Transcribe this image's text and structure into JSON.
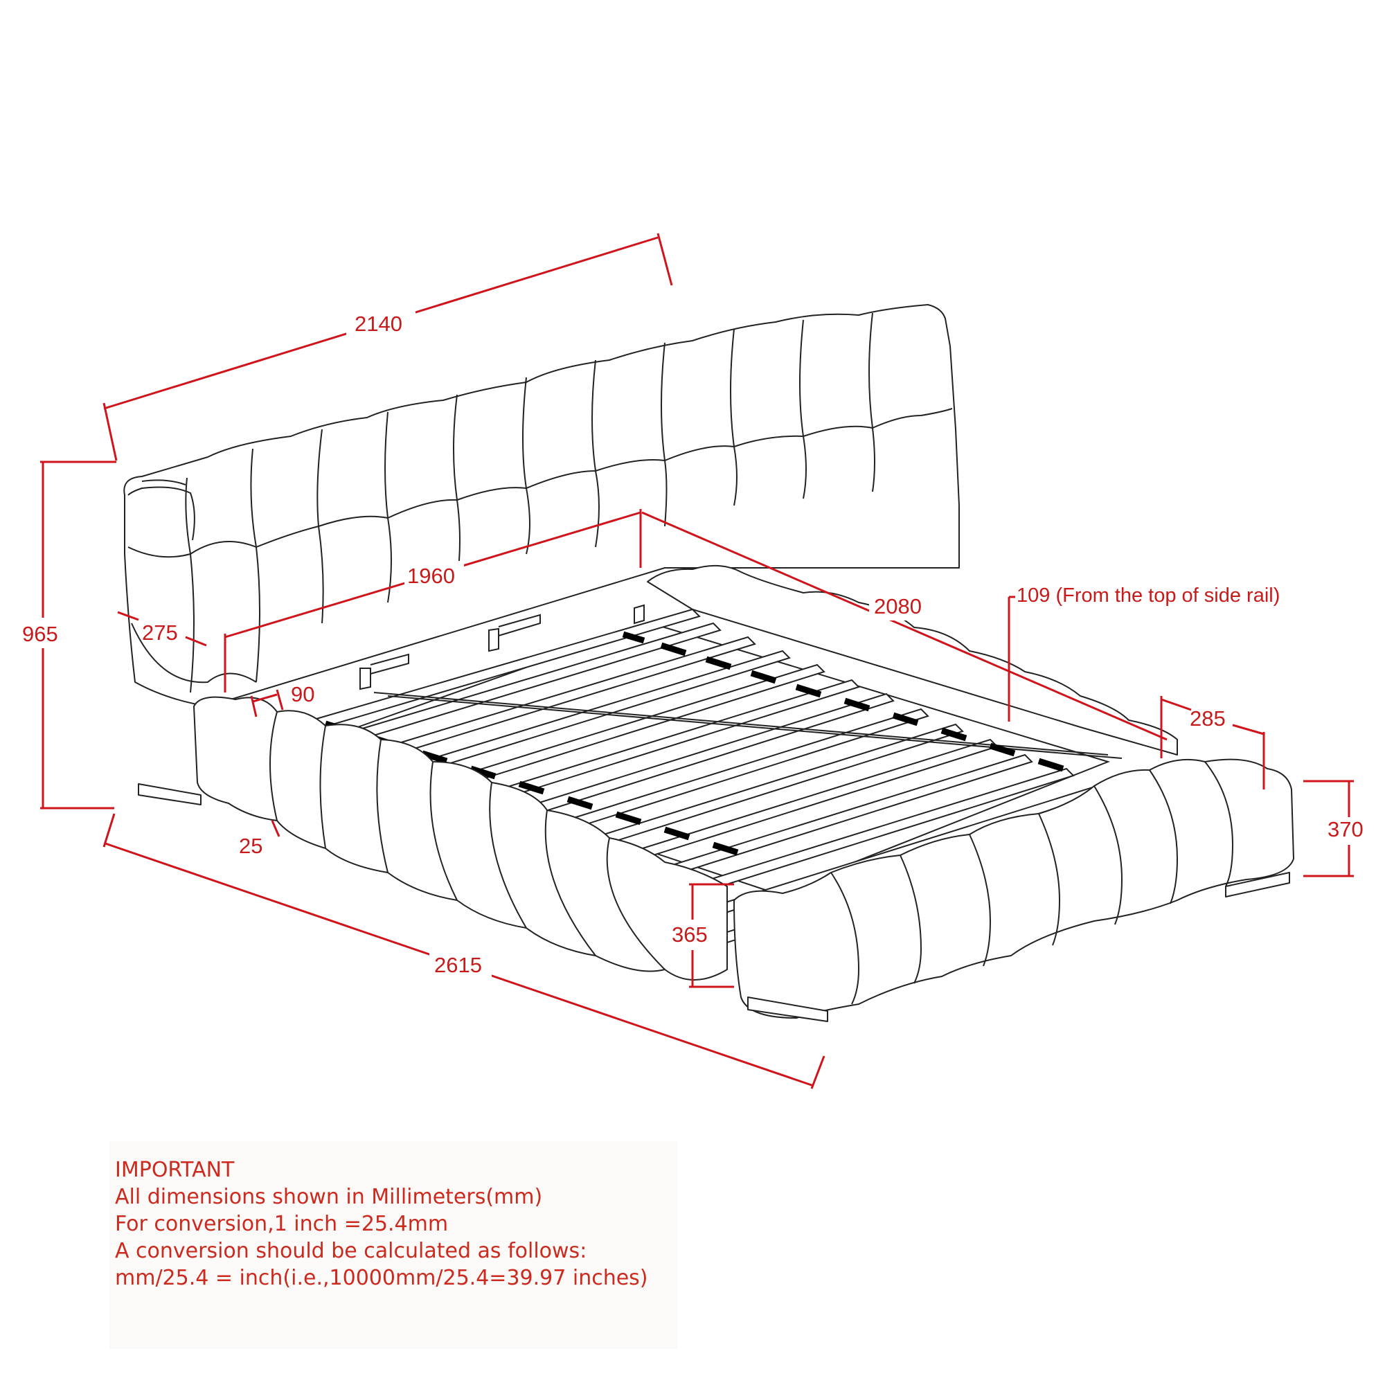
{
  "diagram": {
    "subject": "Upholstered tufted platform bed with slatted base - dimension drawing",
    "colors": {
      "dimension": "#d0141c",
      "outline": "#222222",
      "note_text": "#cc2a1e",
      "background": "#ffffff"
    },
    "dimensions": {
      "headboard_width": "2140",
      "overall_height": "965",
      "headboard_thickness": "275",
      "inner_width": "1960",
      "side_rail_inset": "90",
      "rail_offset": "25",
      "inner_length": "2080",
      "slat_drop": "109 (From the top of side rail)",
      "side_rail_width": "285",
      "side_rail_height": "370",
      "footboard_height": "365",
      "overall_length": "2615"
    }
  },
  "note": {
    "lines": [
      "IMPORTANT",
      "All dimensions shown in Millimeters(mm)",
      "For conversion,1 inch =25.4mm",
      "A conversion should be calculated as follows:",
      "mm/25.4 = inch(i.e.,10000mm/25.4=39.97 inches)"
    ]
  }
}
